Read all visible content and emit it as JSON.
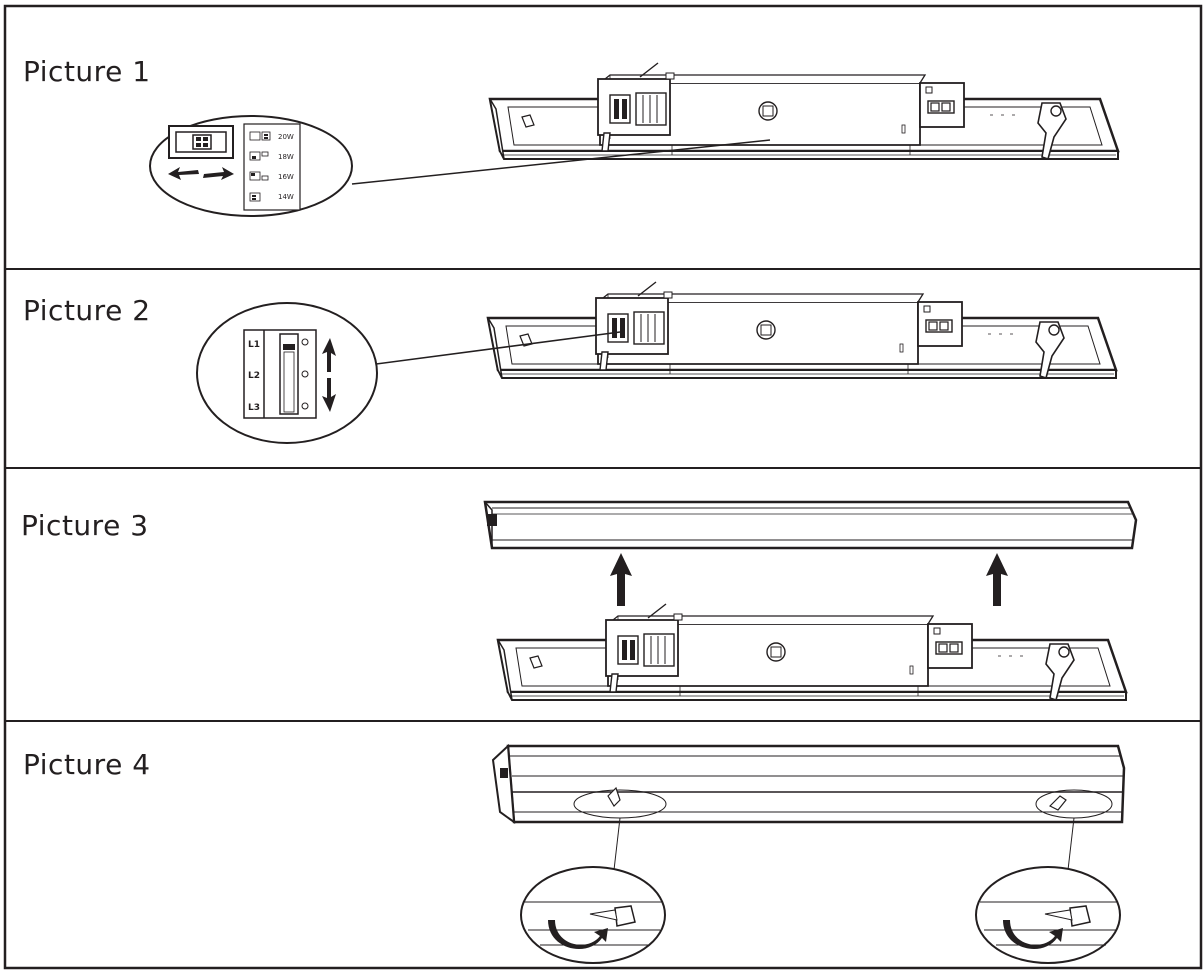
{
  "panels": [
    {
      "label": "Picture 1"
    },
    {
      "label": "Picture 2"
    },
    {
      "label": "Picture 3"
    },
    {
      "label": "Picture 4"
    }
  ],
  "wattage_switch": {
    "options": [
      "20W",
      "18W",
      "16W",
      "14W"
    ]
  },
  "level_switch": {
    "levels": [
      "L1",
      "L2",
      "L3"
    ]
  }
}
